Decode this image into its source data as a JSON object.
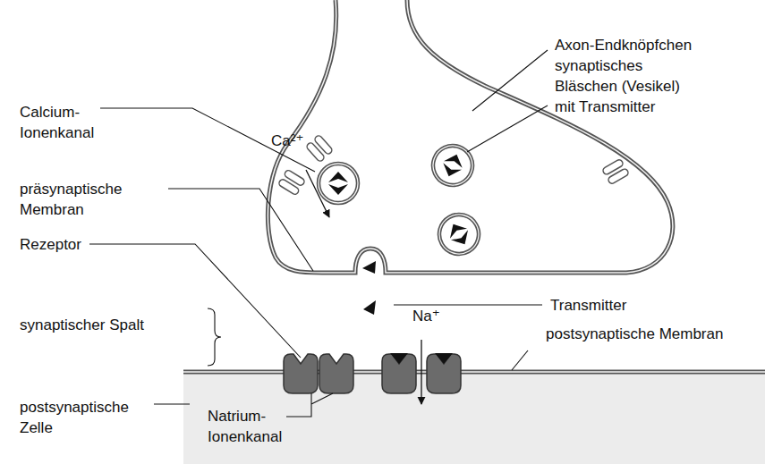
{
  "diagram": {
    "labels": [
      "Axon-Endknöpfchen",
      "synaptisches Bläschen (Vesikel) mit Transmitter",
      "Calcium- Ionenkanal",
      "Ca²⁺",
      "präsynaptische Membran",
      "Rezeptor",
      "Transmitter",
      "synaptischer Spalt",
      "Na⁺",
      "postsynaptische Membran",
      "postsynaptische Zelle",
      "Natrium- Ionenkanal"
    ]
  }
}
